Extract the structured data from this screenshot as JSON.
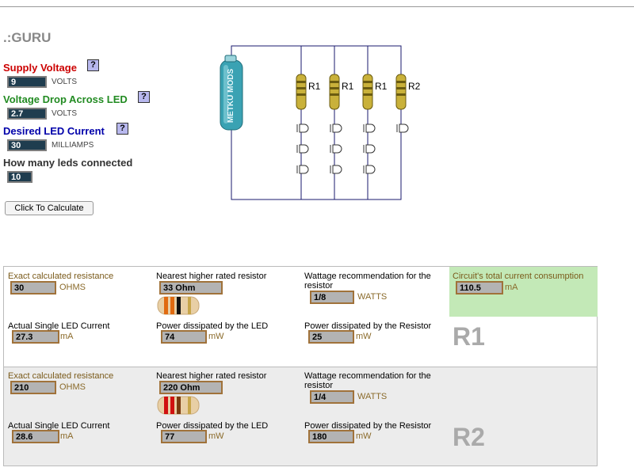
{
  "brand": ".:GURU",
  "form": {
    "supply_voltage": {
      "label": "Supply Voltage",
      "value": "9",
      "unit": "VOLTS"
    },
    "voltage_drop": {
      "label": "Voltage Drop Across LED",
      "value": "2.7",
      "unit": "VOLTS"
    },
    "led_current": {
      "label": "Desired LED Current",
      "value": "30",
      "unit": "MILLIAMPS"
    },
    "leds_connected": {
      "label": "How many leds connected",
      "value": "10"
    },
    "help_glyph": "?",
    "calculate_label": "Click To Calculate"
  },
  "circuit": {
    "battery_text": "METKU MODS",
    "resistor_labels": [
      "R1",
      "R1",
      "R1",
      "R2"
    ]
  },
  "results": {
    "total_current": {
      "label": "Circuit's total current consumption",
      "value": "110.5",
      "unit": "mA"
    },
    "r1": {
      "tag": "R1",
      "exact_label": "Exact calculated resistance",
      "exact_value": "30",
      "exact_unit": "OHMS",
      "nearest_label": "Nearest higher rated resistor",
      "nearest_value": "33 Ohm",
      "wattage_label": "Wattage recommendation for the resistor",
      "wattage_value": "1/8",
      "wattage_unit": "WATTS",
      "led_current_label": "Actual Single LED Current",
      "led_current_value": "27.3",
      "led_current_unit": "mA",
      "led_power_label": "Power dissipated by the LED",
      "led_power_value": "74",
      "led_power_unit": "mW",
      "res_power_label": "Power dissipated by the Resistor",
      "res_power_value": "25",
      "res_power_unit": "mW"
    },
    "r2": {
      "tag": "R2",
      "exact_label": "Exact calculated resistance",
      "exact_value": "210",
      "exact_unit": "OHMS",
      "nearest_label": "Nearest higher rated resistor",
      "nearest_value": "220 Ohm",
      "wattage_label": "Wattage recommendation for the resistor",
      "wattage_value": "1/4",
      "wattage_unit": "WATTS",
      "led_current_label": "Actual Single LED Current",
      "led_current_value": "28.6",
      "led_current_unit": "mA",
      "led_power_label": "Power dissipated by the LED",
      "led_power_value": "77",
      "led_power_unit": "mW",
      "res_power_label": "Power dissipated by the Resistor",
      "res_power_value": "180",
      "res_power_unit": "mW"
    }
  },
  "colors": {
    "supply_label": "#cc0000",
    "drop_label": "#228b22",
    "current_label": "#0000aa",
    "total_current_bg": "#c3e9b7",
    "panel_r2_bg": "#ececec",
    "resistor_body": "#c9b13a"
  }
}
